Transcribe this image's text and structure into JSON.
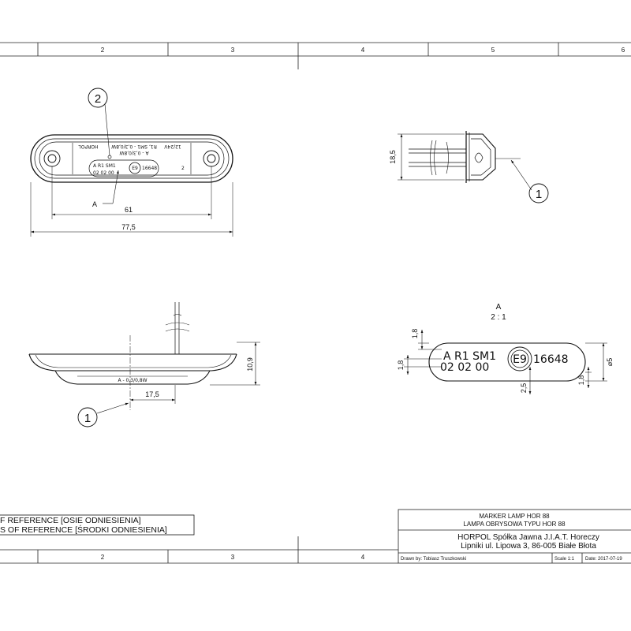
{
  "zones": {
    "top": [
      "2",
      "3",
      "4",
      "5",
      "6"
    ],
    "bottom": [
      "2",
      "3",
      "4"
    ]
  },
  "balloons": [
    "2",
    "1",
    "1"
  ],
  "dimensions": [
    "61",
    "77,5",
    "18,5",
    "10,9",
    "17,5",
    "1,8",
    "1,8",
    "2,5",
    "1,8",
    "⌀5"
  ],
  "leaders": {
    "view_ref": "A"
  },
  "detail": {
    "label": "A",
    "scale": "2 : 1"
  },
  "markings": {
    "brand": "HORPOL",
    "voltage": "12/24V",
    "rating": "R1, SM1 - 0,3/0,8W",
    "rating2": "A - 0,3/0,8W",
    "line1": "A    R1 SM1",
    "line2": "02  02  00",
    "e_mark": "E9",
    "approval": "16648",
    "side_mark": "2"
  },
  "legend": {
    "line1": "F REFERENCE [OSIE ODNIESIENIA]",
    "line2": "S OF REFERENCE [ŚRODKI ODNIESIENIA]"
  },
  "title_block": {
    "title_en": "MARKER LAMP HOR 88",
    "title_pl": "LAMPA OBRYSOWA TYPU HOR 88",
    "company": "HORPOL Spółka Jawna   J.I.A.T. Horeczy",
    "address": "Lipniki ul. Lipowa 3, 86-005 Białe Błota",
    "drawn_by": "Drawn by: Tobiasz Truszkowski",
    "scale": "Scale 1:1",
    "date": "Date: 2017-07-19"
  }
}
